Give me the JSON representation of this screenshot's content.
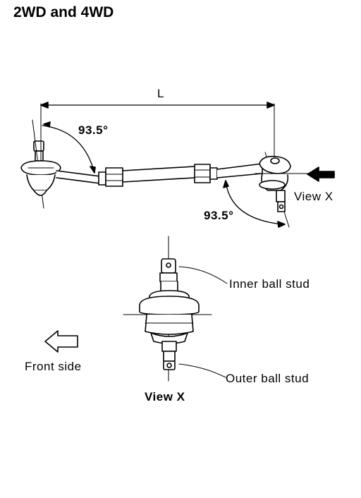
{
  "title": "2WD and 4WD",
  "labels": {
    "length": "L",
    "angle_left": "93.5°",
    "angle_right": "93.5°",
    "view_x": "View X",
    "inner_ball_stud": "Inner ball stud",
    "outer_ball_stud": "Outer ball stud",
    "front_side": "Front side",
    "view_x_caption": "View X"
  }
}
